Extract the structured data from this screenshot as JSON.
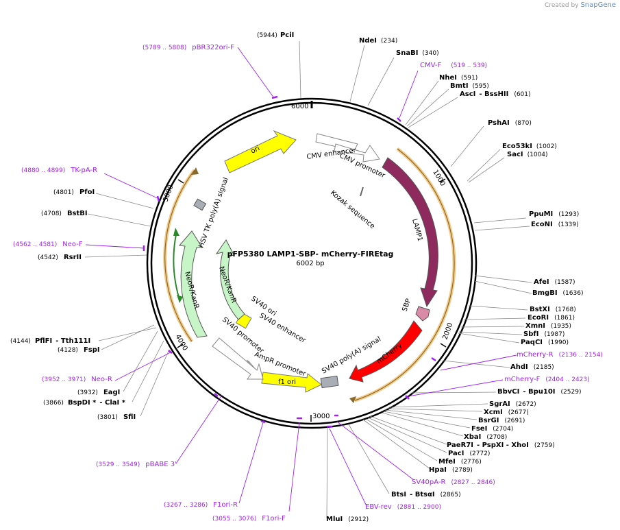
{
  "header": {
    "created_by": "Created by",
    "app_name": "SnapGene"
  },
  "plasmid": {
    "name": "pFP5380 LAMP1-SBP- mCherry-FIREtag",
    "size": "6002 bp"
  },
  "ticks": [
    "1000",
    "2000",
    "3000",
    "4000",
    "5000",
    "6000"
  ],
  "colors": {
    "primer": "#a020f0",
    "ori": "#ffff00",
    "lamp1": "#8e2a5d",
    "mcherry": "#ff0000",
    "neo": "#c8f5c8",
    "sbp": "#d88aa6",
    "orf": "#f5c97a"
  },
  "enzymes": [
    {
      "name": "PciI",
      "pos": "(5944)"
    },
    {
      "name": "NdeI",
      "pos": "(234)"
    },
    {
      "name": "SnaBI",
      "pos": "(340)"
    },
    {
      "name": "NheI",
      "pos": "(591)"
    },
    {
      "name": "BmtI",
      "pos": "(595)"
    },
    {
      "name": "AscI",
      "pos": "(601)",
      "extra": "- BssHII"
    },
    {
      "name": "PshAI",
      "pos": "(870)"
    },
    {
      "name": "Eco53kI",
      "pos": "(1002)"
    },
    {
      "name": "SacI",
      "pos": "(1004)"
    },
    {
      "name": "PpuMI",
      "pos": "(1293)"
    },
    {
      "name": "EcoNI",
      "pos": "(1339)"
    },
    {
      "name": "AfeI",
      "pos": "(1587)"
    },
    {
      "name": "BmgBI",
      "pos": "(1636)"
    },
    {
      "name": "BstXI",
      "pos": "(1768)"
    },
    {
      "name": "EcoRI",
      "pos": "(1861)"
    },
    {
      "name": "XmnI",
      "pos": "(1935)"
    },
    {
      "name": "SbfI",
      "pos": "(1987)"
    },
    {
      "name": "PaqCI",
      "pos": "(1990)"
    },
    {
      "name": "AhdI",
      "pos": "(2185)"
    },
    {
      "name": "BbvCI",
      "pos": "(2529)",
      "extra": "- Bpu10I"
    },
    {
      "name": "SgrAI",
      "pos": "(2672)"
    },
    {
      "name": "XcmI",
      "pos": "(2677)"
    },
    {
      "name": "BsrGI",
      "pos": "(2691)"
    },
    {
      "name": "FseI",
      "pos": "(2704)"
    },
    {
      "name": "XbaI",
      "pos": "(2708)"
    },
    {
      "name": "PaeR7I",
      "pos": "(2759)",
      "extra": "- PspXI  - XhoI"
    },
    {
      "name": "PacI",
      "pos": "(2772)"
    },
    {
      "name": "MfeI",
      "pos": "(2776)"
    },
    {
      "name": "HpaI",
      "pos": "(2789)"
    },
    {
      "name": "BtsI",
      "pos": "(2865)",
      "extra": "- BtsαI"
    },
    {
      "name": "MluI",
      "pos": "(2912)"
    },
    {
      "name": "SfiI",
      "pos": "(3801)"
    },
    {
      "name": "BspDI *",
      "pos": "(3866)",
      "extra": "- ClaI *"
    },
    {
      "name": "EagI",
      "pos": "(3932)"
    },
    {
      "name": "FspI",
      "pos": "(4128)"
    },
    {
      "name": "PflFI",
      "pos": "(4144)",
      "extra": "- Tth111I"
    },
    {
      "name": "RsrII",
      "pos": "(4542)"
    },
    {
      "name": "BstBI",
      "pos": "(4708)"
    },
    {
      "name": "PfoI",
      "pos": "(4801)"
    }
  ],
  "primers": [
    {
      "name": "pBR322ori-F",
      "range": "(5789 .. 5808)"
    },
    {
      "name": "CMV-F",
      "range": "(519 .. 539)"
    },
    {
      "name": "TK-pA-R",
      "range": "(4880 .. 4899)"
    },
    {
      "name": "Neo-F",
      "range": "(4562 .. 4581)"
    },
    {
      "name": "mCherry-R",
      "range": "(2136 .. 2154)"
    },
    {
      "name": "mCherry-F",
      "range": "(2404 .. 2423)"
    },
    {
      "name": "SV40pA-R",
      "range": "(2827 .. 2846)"
    },
    {
      "name": "EBV-rev",
      "range": "(2881 .. 2900)"
    },
    {
      "name": "Neo-R",
      "range": "(3952 .. 3971)"
    },
    {
      "name": "pBABE 3'",
      "range": "(3529 .. 3549)"
    },
    {
      "name": "F1ori-R",
      "range": "(3267 .. 3286)"
    },
    {
      "name": "F1ori-F",
      "range": "(3055 .. 3076)"
    }
  ],
  "features": {
    "ori": "ori",
    "cmv_enhancer": "CMV enhancer",
    "cmv_promoter": "CMV promoter",
    "kozak": "Kozak sequence",
    "lamp1": "LAMP1",
    "sbp": "SBP",
    "mcherry": "mCherry",
    "sv40_polya_1": "SV40 poly(A) signal",
    "f1_ori": "f1 ori",
    "ampr_promoter": "AmpR promoter",
    "sv40_promoter": "SV40 promoter",
    "sv40_ori": "SV40 ori",
    "sv40_enhancer": "SV40 enhancer",
    "neo_inner": "NeoR/KanR",
    "neo_outer": "NeoR/KanR",
    "hsv_polya": "HSV TK poly(A) signal"
  }
}
